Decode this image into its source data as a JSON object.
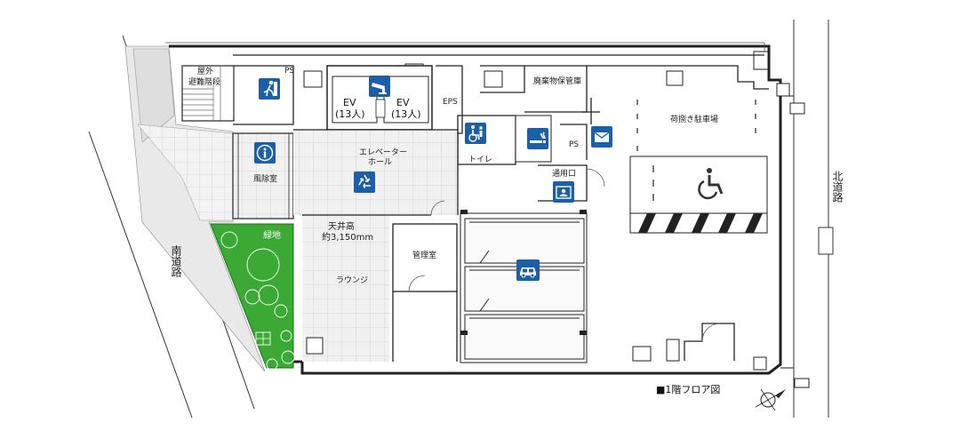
{
  "labels": {
    "outdoor_stairs": [
      "屋外",
      "避難階段"
    ],
    "ps_top": "PS",
    "ps_right": "PS",
    "eps": "EPS",
    "ev_left": [
      "EV",
      "(13人)"
    ],
    "ev_right": [
      "EV",
      "(13人)"
    ],
    "waste_storage": "廃棄物保管庫",
    "loading_parking": "荷捌き駐車場",
    "elevator_hall": [
      "エレベーター",
      "ホール"
    ],
    "toilet": "トイレ",
    "service_entrance": "通用口",
    "windbreak_room": "風除室",
    "green_area": "緑地",
    "ceiling_height": [
      "天井高",
      "約3,150mm"
    ],
    "management_room": "管理室",
    "lounge": "ラウンジ",
    "south_road": "南道路",
    "north_road": "北道路",
    "caption": "■1階フロア図"
  },
  "icons": {
    "accent_color": "#1a5fa8",
    "green_color": "#3aaa35",
    "list": [
      "exit-icon",
      "security-camera-icon",
      "accessible-toilet-icon",
      "smoking-area-icon",
      "mail-icon",
      "information-icon",
      "recycle-icon",
      "staff-id-icon",
      "car-icon",
      "wheelchair-icon",
      "compass-icon"
    ]
  }
}
